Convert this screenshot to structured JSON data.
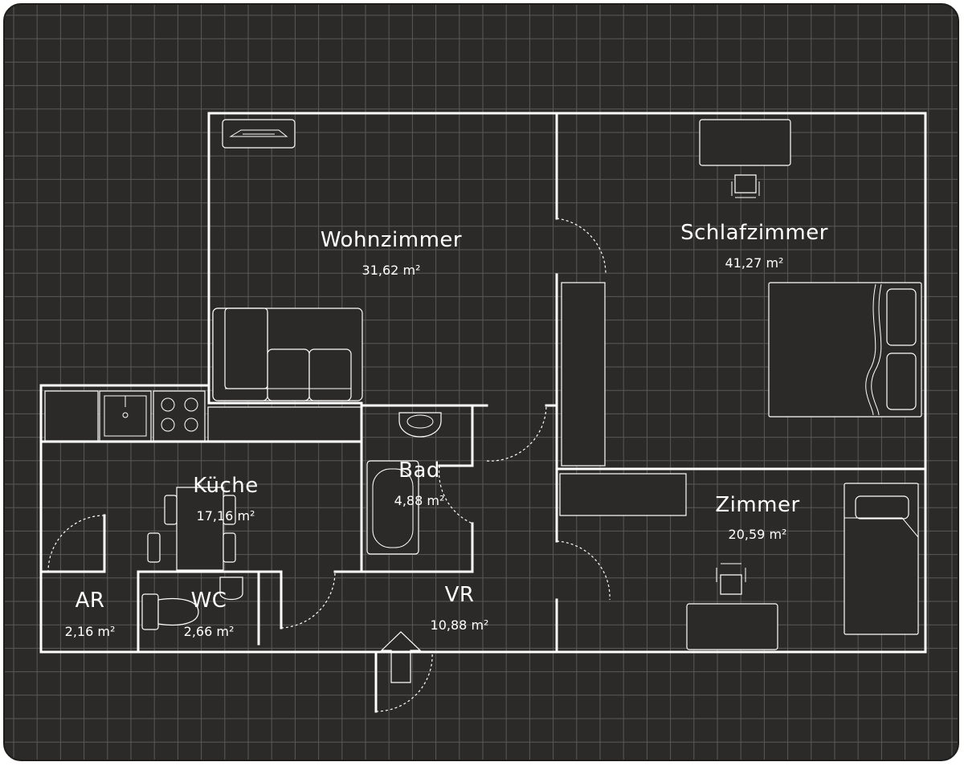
{
  "colors": {
    "background": "#2b2a28",
    "grid": "#5a5957",
    "lines": "#ffffff"
  },
  "rooms": {
    "wohnzimmer": {
      "name": "Wohnzimmer",
      "area": "31,62 m²"
    },
    "schlafzimmer": {
      "name": "Schlafzimmer",
      "area": "41,27 m²"
    },
    "kueche": {
      "name": "Küche",
      "area": "17,16 m²"
    },
    "bad": {
      "name": "Bad",
      "area": "4,88 m²"
    },
    "zimmer": {
      "name": "Zimmer",
      "area": "20,59 m²"
    },
    "ar": {
      "name": "AR",
      "area": "2,16 m²"
    },
    "wc": {
      "name": "WC",
      "area": "2,66 m²"
    },
    "vr": {
      "name": "VR",
      "area": "10,88 m²"
    }
  },
  "icons": [
    "entrance-arrow-icon",
    "sofa-icon",
    "bed-icon",
    "sink-icon",
    "stove-icon",
    "bathtub-icon",
    "toilet-icon",
    "desk-icon",
    "chair-icon",
    "wardrobe-icon",
    "tv-icon"
  ]
}
